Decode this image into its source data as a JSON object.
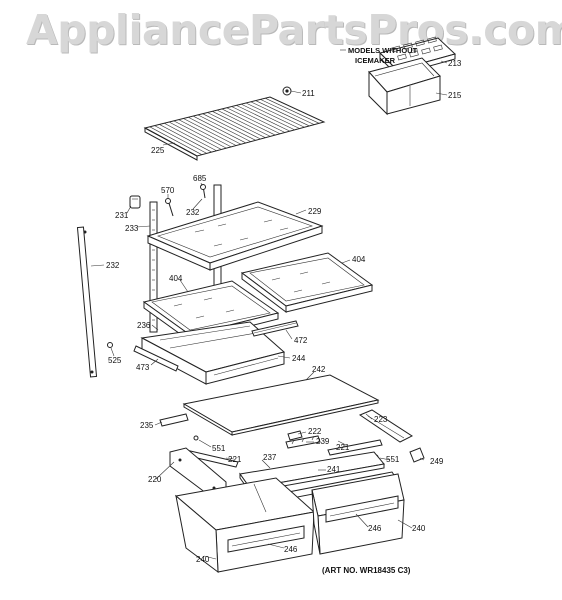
{
  "watermark": "AppliancePartsPros.com",
  "note": {
    "line1": "MODELS WITHOUT",
    "line2": "ICEMAKER"
  },
  "art_number": "(ART NO. WR18435 C3)",
  "part_labels": {
    "p213": "213",
    "p215": "215",
    "p211": "211",
    "p225": "225",
    "p685": "685",
    "p570": "570",
    "p231": "231",
    "p232a": "232",
    "p229": "229",
    "p233": "233",
    "p232b": "232",
    "p404a": "404",
    "p404b": "404",
    "p236": "236",
    "p472": "472",
    "p525": "525",
    "p244": "244",
    "p473": "473",
    "p242": "242",
    "p235": "235",
    "p223": "223",
    "p222": "222",
    "p239": "239",
    "p221a": "221",
    "p551a": "551",
    "p221b": "221",
    "p237": "237",
    "p551b": "551",
    "p249": "249",
    "p220": "220",
    "p241": "241",
    "p246a": "246",
    "p240a": "240",
    "p246b": "246",
    "p240b": "240"
  }
}
